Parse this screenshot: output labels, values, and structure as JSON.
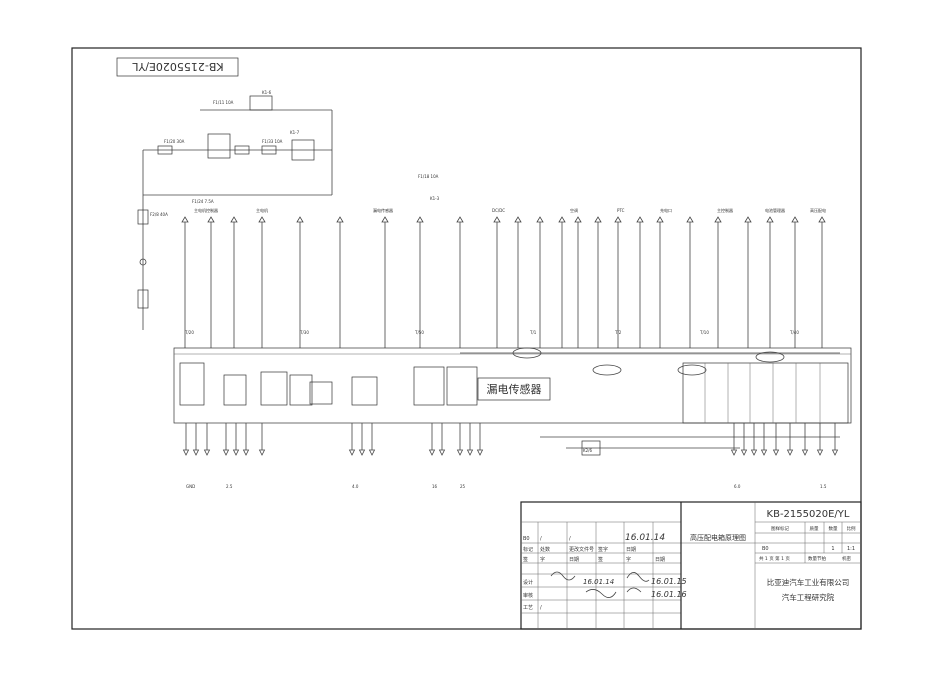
{
  "drawing": {
    "rotated_code": "KB-2155020E/YL",
    "sensor_label": "漏电传感器",
    "fuse_labels": [
      "F1/11 10A",
      "F1/20 30A",
      "F1/33 10A",
      "F1/24 7.5A",
      "F1/18 10A",
      "F2/8 40A"
    ],
    "relay_labels": [
      "K1-6",
      "K1-7",
      "K1-3",
      "K2/6"
    ],
    "signal_labels": [
      "主电机控制器",
      "主电机",
      "漏电传感器",
      "DC/DC",
      "空调",
      "PTC",
      "充电口",
      "主控制器",
      "电池管理器",
      "高压配电"
    ],
    "top_tags": [
      "T/20",
      "T/30",
      "T/50",
      "T/1",
      "T/2",
      "T/10",
      "T/40"
    ],
    "bottom_tags": [
      "GND",
      "2.5",
      "4.0",
      "16",
      "25",
      "6.0",
      "1.5"
    ]
  },
  "title_block": {
    "rows": [
      {
        "c1": "B0",
        "c2": "/",
        "c3": "/",
        "c4": "",
        "c5": "",
        "c6": ""
      },
      {
        "c1": "标记",
        "c2": "处数",
        "c3": "更改文件号",
        "c4": "签字",
        "c5": "日期",
        "c6": ""
      },
      {
        "c1": "签",
        "c2": "字",
        "c3": "日期",
        "c4": "签",
        "c5": "字",
        "c6": "日期"
      },
      {
        "c1": "设计",
        "c2": "",
        "c3": "",
        "c4": "",
        "c5": "",
        "c6": ""
      },
      {
        "c1": "审核",
        "c2": "",
        "c3": "",
        "c4": "",
        "c5": "",
        "c6": ""
      },
      {
        "c1": "工艺",
        "c2": "/",
        "c3": "",
        "c4": "",
        "c5": "",
        "c6": ""
      }
    ],
    "handwriting": [
      "16.01.14",
      "16.01.14",
      "16.01.15",
      "16.01.16"
    ],
    "drawing_name": "高压配电箱原理图",
    "drawing_code": "KB-2155020E/YL",
    "stage_headers": [
      "图样标记",
      "质量",
      "数量",
      "比例"
    ],
    "stage_values": [
      "B0",
      "",
      "1",
      "1:1"
    ],
    "sheet_text": "共 1 页  第 1 页",
    "sheet_extra": [
      "数量节拍",
      "机密"
    ],
    "company": "比亚迪汽车工业有限公司",
    "institute": "汽车工程研究院"
  }
}
